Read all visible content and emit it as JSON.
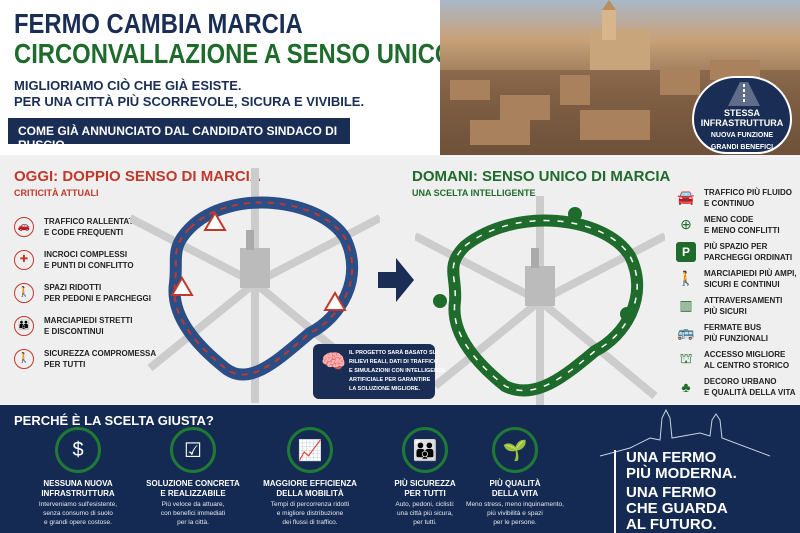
{
  "header": {
    "title_line1": "FERMO CAMBIA MARCIA",
    "title_line2": "CIRCONVALLAZIONE A SENSO UNICO",
    "subtitle_line1": "MIGLIORIAMO CIÒ CHE GIÀ ESISTE.",
    "subtitle_line2": "PER UNA CITTÀ PIÙ SCORREVOLE, SICURA E VIVIBILE.",
    "banner": "COME GIÀ ANNUNCIATO DAL CANDIDATO SINDACO DI RUSCIO"
  },
  "badge": {
    "line1": "STESSA",
    "line2": "INFRASTRUTTURA",
    "line3": "NUOVA FUNZIONE",
    "line4": "GRANDI BENEFICI"
  },
  "today": {
    "title": "OGGI: DOPPIO SENSO DI MARCIA",
    "subtitle": "CRITICITÀ ATTUALI",
    "items": [
      {
        "icon": "car-icon",
        "l1": "TRAFFICO RALLENTATO",
        "l2": "E CODE FREQUENTI"
      },
      {
        "icon": "crossroad-icon",
        "l1": "INCROCI COMPLESSI",
        "l2": "E PUNTI DI CONFLITTO"
      },
      {
        "icon": "pedestrian-icon",
        "l1": "SPAZI RIDOTTI",
        "l2": "PER PEDONI E PARCHEGGI"
      },
      {
        "icon": "family-icon",
        "l1": "MARCIAPIEDI STRETTI",
        "l2": "E DISCONTINUI"
      },
      {
        "icon": "walker-icon",
        "l1": "SICUREZZA COMPROMESSA",
        "l2": "PER TUTTI"
      }
    ]
  },
  "tomorrow": {
    "title": "DOMANI: SENSO UNICO DI MARCIA",
    "subtitle": "UNA SCELTA INTELLIGENTE",
    "items": [
      {
        "icon": "car-icon",
        "l1": "TRAFFICO PIÙ FLUIDO",
        "l2": "E CONTINUO"
      },
      {
        "icon": "crossroad-icon",
        "l1": "MENO CODE",
        "l2": "E MENO CONFLITTI"
      },
      {
        "icon": "parking-icon",
        "l1": "PIÙ SPAZIO PER",
        "l2": "PARCHEGGI ORDINATI"
      },
      {
        "icon": "pedestrians-icon",
        "l1": "MARCIAPIEDI PIÙ AMPI,",
        "l2": "SICURI E CONTINUI"
      },
      {
        "icon": "crossing-icon",
        "l1": "ATTRAVERSAMENTI",
        "l2": "PIÙ SICURI"
      },
      {
        "icon": "bus-icon",
        "l1": "FERMATE BUS",
        "l2": "PIÙ FUNZIONALI"
      },
      {
        "icon": "historic-center-icon",
        "l1": "ACCESSO MIGLIORE",
        "l2": "AL CENTRO STORICO"
      },
      {
        "icon": "tree-icon",
        "l1": "DECORO URBANO",
        "l2": "E QUALITÀ DELLA VITA"
      }
    ]
  },
  "ai_note": {
    "l1": "IL PROGETTO SARÀ BASATO SU:",
    "l2": "RILIEVI REALI, DATI DI TRAFFICO",
    "l3": "E SIMULAZIONI CON INTELLIGENZA",
    "l4": "ARTIFICIALE PER GARANTIRE",
    "l5": "LA SOLUZIONE MIGLIORE."
  },
  "why": {
    "title": "PERCHÉ È LA SCELTA GIUSTA?",
    "cols": [
      {
        "icon": "money-bag-icon",
        "glyph": "$",
        "t1": "NESSUNA NUOVA",
        "t2": "INFRASTRUTTURA",
        "d1": "Interveniamo sull'esistente,",
        "d2": "senza consumo di suolo",
        "d3": "e grandi opere costose."
      },
      {
        "icon": "checklist-icon",
        "glyph": "☑",
        "t1": "SOLUZIONE CONCRETA",
        "t2": "E REALIZZABILE",
        "d1": "Più veloce da attuare,",
        "d2": "con benefici immediati",
        "d3": "per la città."
      },
      {
        "icon": "growth-chart-icon",
        "glyph": "📈",
        "t1": "MAGGIORE EFFICIENZA",
        "t2": "DELLA MOBILITÀ",
        "d1": "Tempi di percorrenza ridotti",
        "d2": "e migliore distribuzione",
        "d3": "dei flussi di traffico."
      },
      {
        "icon": "people-icon",
        "glyph": "👪",
        "t1": "PIÙ SICUREZZA",
        "t2": "PER TUTTI",
        "d1": "Auto, pedoni, ciclisti:",
        "d2": "una città più sicura,",
        "d3": "per tutti."
      },
      {
        "icon": "plant-hand-icon",
        "glyph": "🌱",
        "t1": "PIÙ QUALITÀ",
        "t2": "DELLA VITA",
        "d1": "Meno stress, meno inquinamento,",
        "d2": "più vivibilità e spazi",
        "d3": "per le persone."
      }
    ]
  },
  "slogan": {
    "l1": "UNA FERMO",
    "l2": "PIÙ MODERNA.",
    "l3": "UNA FERMO",
    "l4": "CHE GUARDA",
    "l5": "AL FUTURO."
  },
  "colors": {
    "navy": "#1a2e55",
    "green": "#1e6b2c",
    "red": "#c0392b"
  }
}
